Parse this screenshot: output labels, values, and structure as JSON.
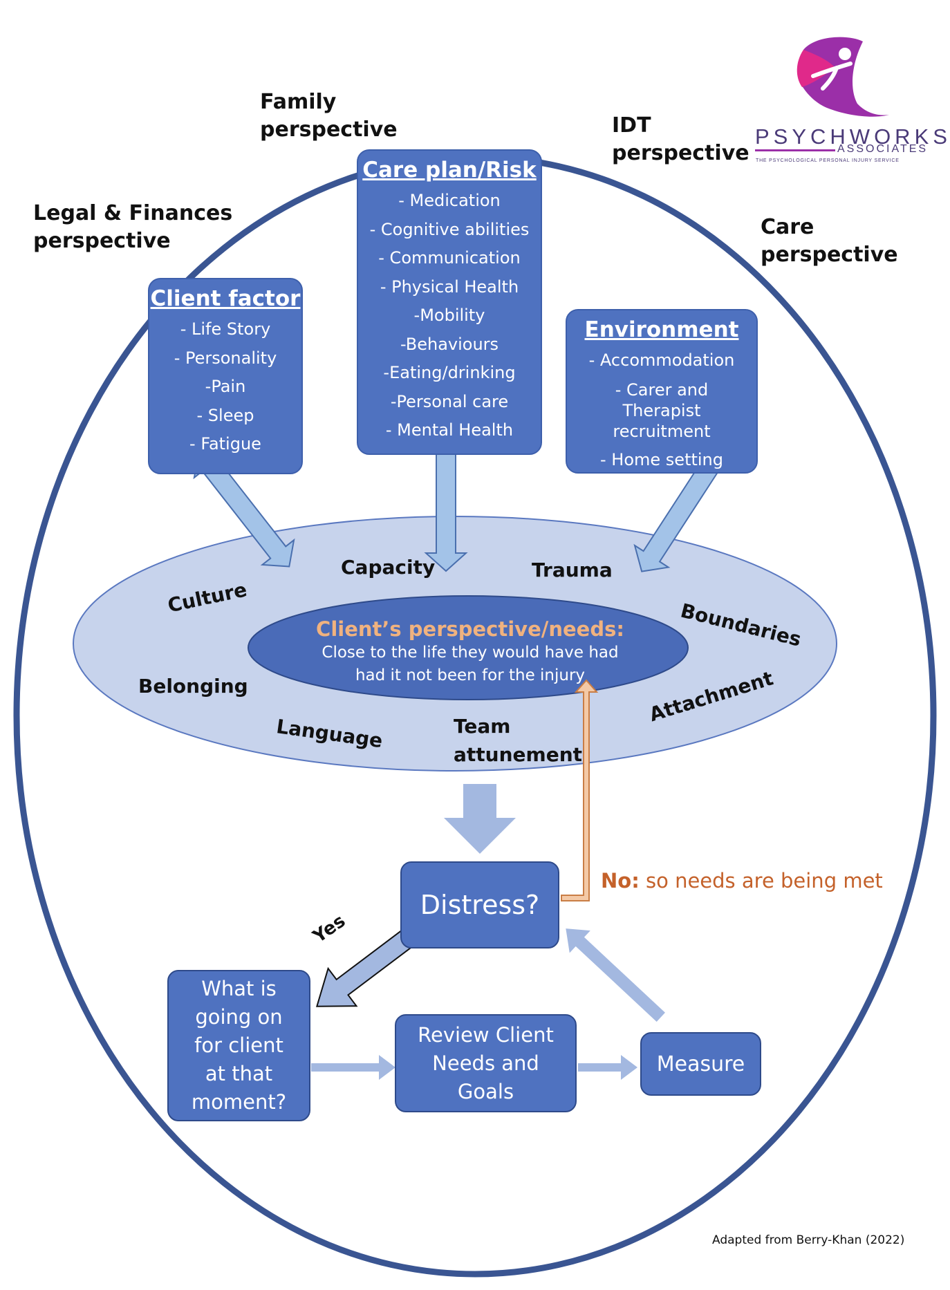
{
  "perspectives": {
    "family": [
      "Family",
      "perspective"
    ],
    "idt": [
      "IDT",
      "perspective"
    ],
    "legal": [
      "Legal & Finances",
      "perspective"
    ],
    "care": [
      "Care",
      "perspective"
    ]
  },
  "logo": {
    "name": "PSYCHWORKS",
    "sub": "ASSOCIATES",
    "tagline": "THE PSYCHOLOGICAL PERSONAL INJURY SERVICE",
    "colors": {
      "text": "#4a3a78",
      "accent": "#9b2fa8"
    }
  },
  "boxes": {
    "care_plan": {
      "title": "Care plan/Risk",
      "items": [
        "- Medication",
        "- Cognitive abilities",
        "- Communication",
        "- Physical Health",
        "-Mobility",
        "-Behaviours",
        "-Eating/drinking",
        "-Personal care",
        "- Mental Health"
      ]
    },
    "client_factor": {
      "title": "Client factor",
      "items": [
        "- Life Story",
        "- Personality",
        "-Pain",
        "- Sleep",
        "- Fatigue"
      ]
    },
    "environment": {
      "title": "Environment",
      "items": [
        "- Accommodation",
        "- Carer and Therapist recruitment",
        "- Home setting"
      ]
    }
  },
  "ring_words": {
    "capacity": "Capacity",
    "trauma": "Trauma",
    "culture": "Culture",
    "boundaries": "Boundaries",
    "belonging": "Belonging",
    "attachment": "Attachment",
    "language": "Language",
    "team": [
      "Team",
      "attunement"
    ]
  },
  "core": {
    "title": "Client’s perspective/needs:",
    "text": [
      "Close to the life they would have had",
      "had it not been for the injury"
    ]
  },
  "flow": {
    "distress": "Distress?",
    "what_going_on": [
      "What is",
      "going on",
      "for client",
      "at that",
      "moment?"
    ],
    "review": [
      "Review Client",
      "Needs and",
      "Goals"
    ],
    "measure": "Measure",
    "yes": "Yes",
    "no_label": "No:",
    "no_text": " so needs are being met"
  },
  "credit": "Adapted from Berry-Khan (2022)",
  "colors": {
    "outer_ring": "#3a5592",
    "box_blue": "#4f72c0",
    "ring_fill": "#c7d3ec",
    "core_fill": "#4a6bb8",
    "core_title": "#f0b27f",
    "arrow_light": "#a3b8e0",
    "no_orange": "#c4612a"
  }
}
